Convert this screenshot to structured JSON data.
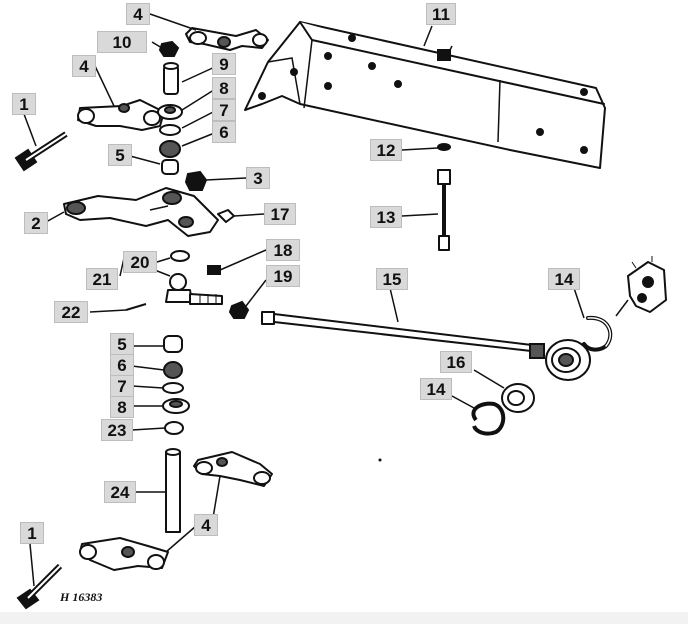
{
  "diagram": {
    "reference_code": "H 16383",
    "callouts": [
      {
        "id": "c4a",
        "text": "4"
      },
      {
        "id": "c10",
        "text": "10"
      },
      {
        "id": "c4b",
        "text": "4"
      },
      {
        "id": "c9",
        "text": "9"
      },
      {
        "id": "c8a",
        "text": "8"
      },
      {
        "id": "c7a",
        "text": "7"
      },
      {
        "id": "c6a",
        "text": "6"
      },
      {
        "id": "c1a",
        "text": "1"
      },
      {
        "id": "c5a",
        "text": "5"
      },
      {
        "id": "c3",
        "text": "3"
      },
      {
        "id": "c2",
        "text": "2"
      },
      {
        "id": "c17",
        "text": "17"
      },
      {
        "id": "c20",
        "text": "20"
      },
      {
        "id": "c18",
        "text": "18"
      },
      {
        "id": "c21",
        "text": "21"
      },
      {
        "id": "c19",
        "text": "19"
      },
      {
        "id": "c22",
        "text": "22"
      },
      {
        "id": "c5b",
        "text": "5"
      },
      {
        "id": "c6b",
        "text": "6"
      },
      {
        "id": "c7b",
        "text": "7"
      },
      {
        "id": "c8b",
        "text": "8"
      },
      {
        "id": "c23",
        "text": "23"
      },
      {
        "id": "c24",
        "text": "24"
      },
      {
        "id": "c4c",
        "text": "4"
      },
      {
        "id": "c1b",
        "text": "1"
      },
      {
        "id": "c11",
        "text": "11"
      },
      {
        "id": "c12",
        "text": "12"
      },
      {
        "id": "c13",
        "text": "13"
      },
      {
        "id": "c15",
        "text": "15"
      },
      {
        "id": "c14a",
        "text": "14"
      },
      {
        "id": "c16",
        "text": "16"
      },
      {
        "id": "c14b",
        "text": "14"
      }
    ]
  }
}
